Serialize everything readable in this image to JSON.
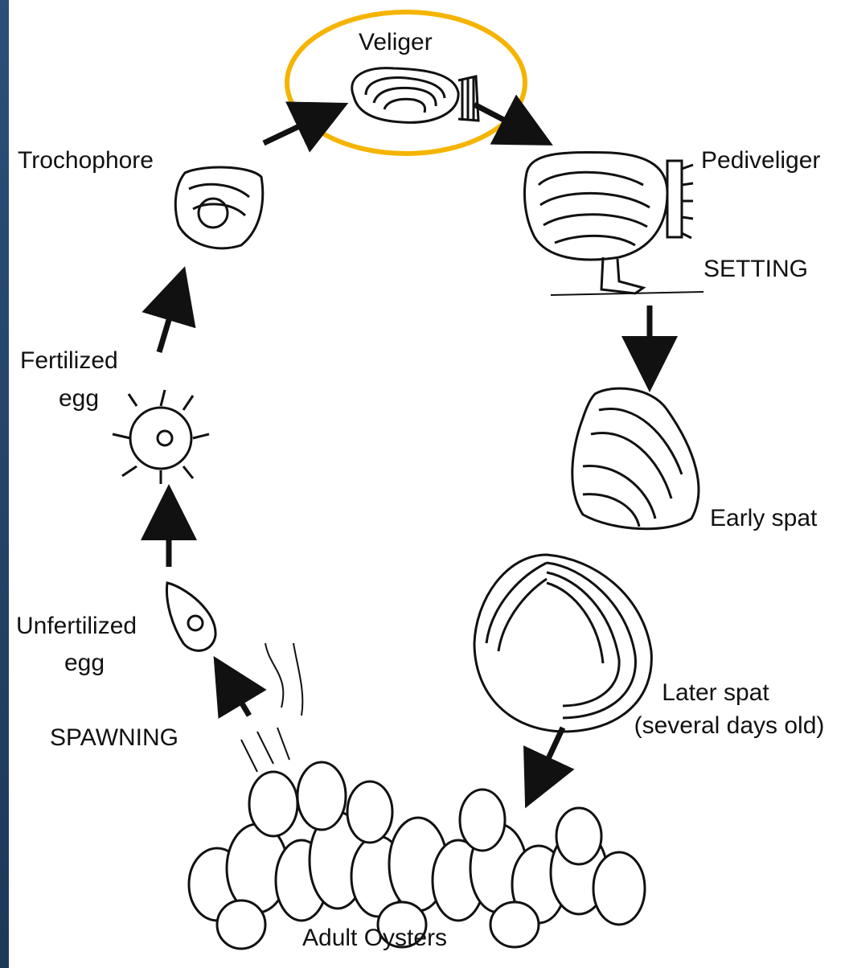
{
  "stages": {
    "veliger": "Veliger",
    "pediveliger": "Pediveliger",
    "setting": "SETTING",
    "early_spat": "Early spat",
    "later_spat_line1": "Later spat",
    "later_spat_line2": "(several days old)",
    "adult_oysters": "Adult Oysters",
    "spawning": "SPAWNING",
    "unfertilized_line1": "Unfertilized",
    "unfertilized_line2": "egg",
    "fertilized_line1": "Fertilized",
    "fertilized_line2": "egg",
    "trochophore": "Trochophore"
  },
  "colors": {
    "highlight": "#f5b400",
    "ink": "#111111",
    "frame": "#1e3a5f"
  }
}
